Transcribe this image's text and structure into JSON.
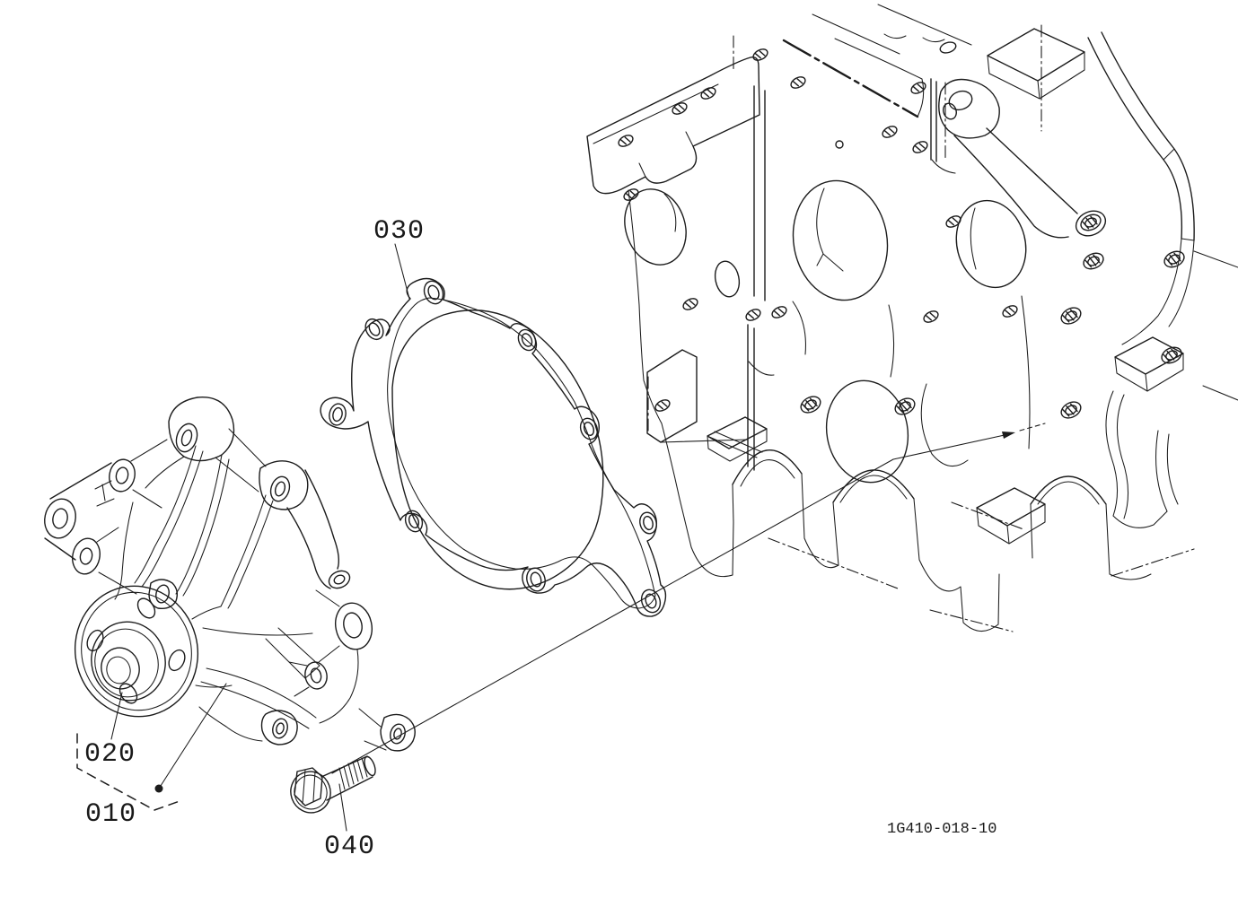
{
  "colors": {
    "background": "#ffffff",
    "line": "#1c1c1c",
    "text": "#1a1a1a"
  },
  "diagram": {
    "drawing_number": "1G410-018-10",
    "callouts": {
      "c010": "010",
      "c020": "020",
      "c030": "030",
      "c040": "040"
    }
  }
}
